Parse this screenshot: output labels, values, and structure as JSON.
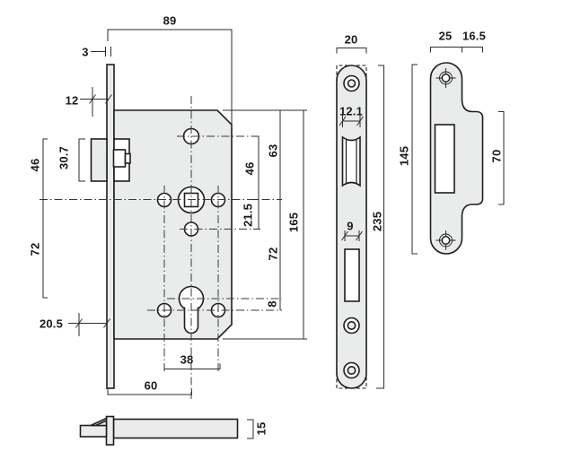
{
  "drawing_type": "mortise-lock-technical-drawing",
  "colors": {
    "background": "#ffffff",
    "part_fill": "#eaebeb",
    "outline": "#1e1e1e",
    "dim_line": "#2e2e2e",
    "text": "#1b1b1b"
  },
  "dims": {
    "body": {
      "case_depth": "89",
      "faceplate_thickness": "3",
      "latch_protrusion": "12",
      "latch_top_to_spindle": "46",
      "latch_height": "30.7",
      "spindle_to_cylinder": "72",
      "latch_full_throw": "20.5",
      "backset": "60",
      "fixing_hole_spacing": "38",
      "top_to_spindle": "63",
      "hole_above_spindle": "46",
      "hole_below_spindle": "21.5",
      "case_height": "165",
      "spindle_to_cylinder_right": "72",
      "cylinder_to_holes": "8",
      "case_thickness": "15"
    },
    "faceplate": {
      "width": "20",
      "latch_cutout_width": "12.1",
      "height": "235",
      "deadbolt_cutout_width": "9"
    },
    "strike": {
      "width": "25",
      "lip_width": "16.5",
      "height": "145",
      "lip_height": "70"
    }
  }
}
